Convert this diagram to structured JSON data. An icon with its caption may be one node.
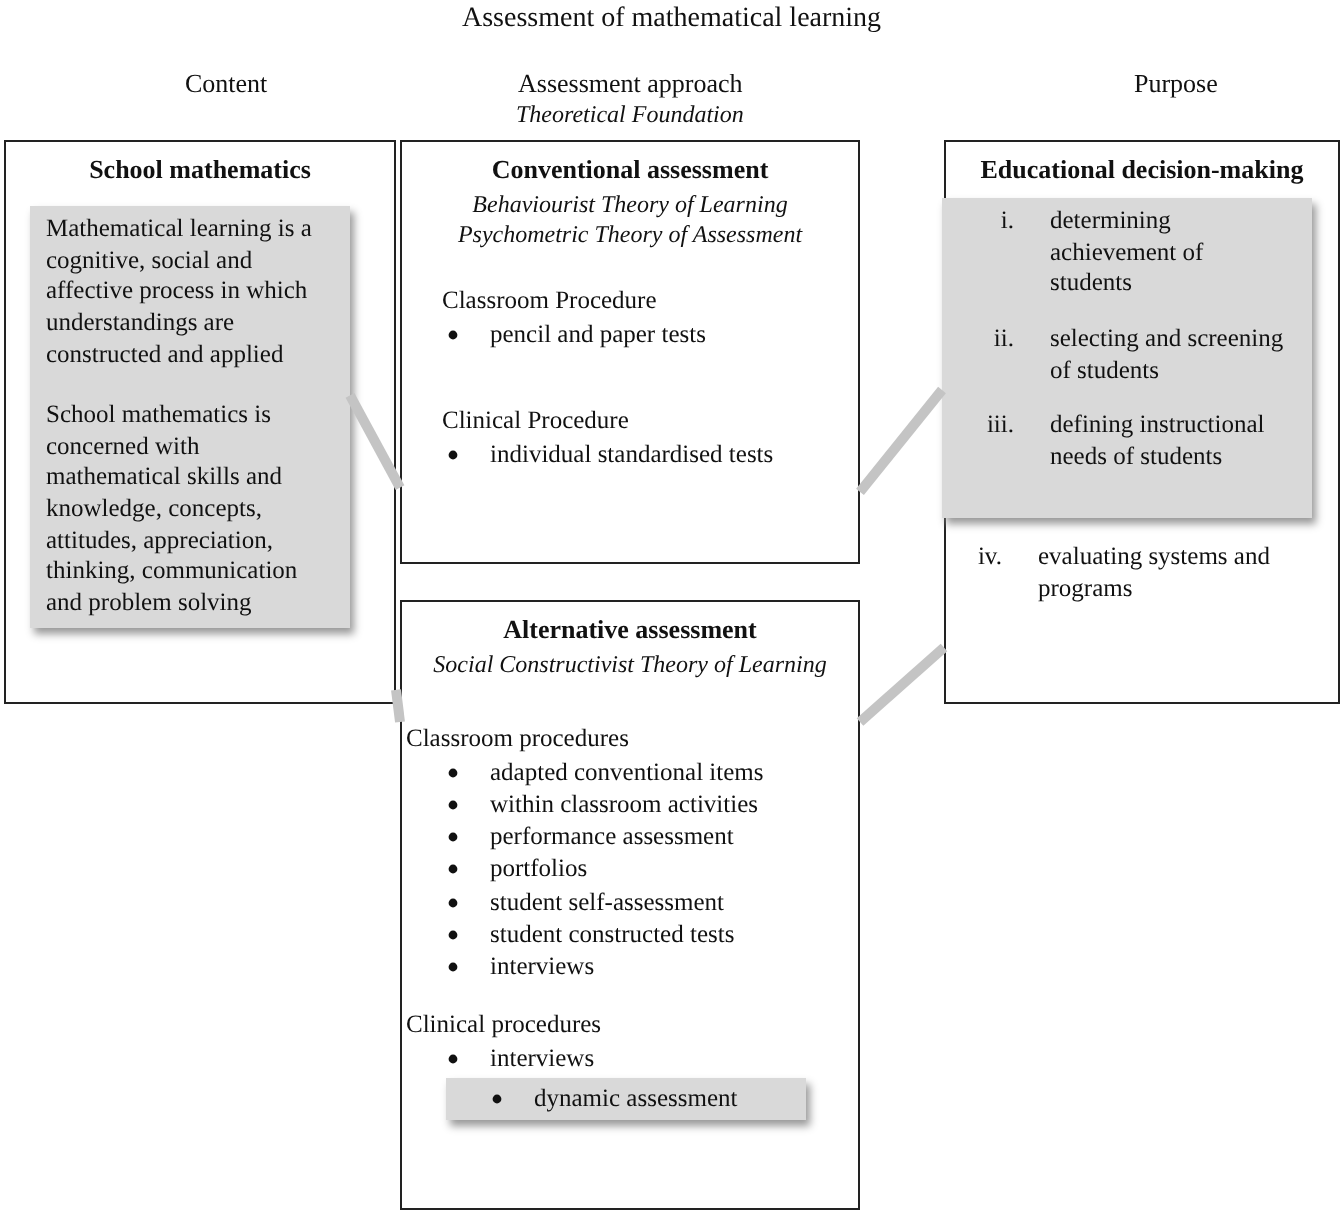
{
  "diagram": {
    "title": "Assessment of mathematical learning",
    "nodes": [
      {
        "text": [
          "School mathematics"
        ]
      },
      {
        "text": [
          "Mathematical learning is a cognitive, social and affective process in which understandings are constructed and applied",
          "School mathematics is concerned with mathematical skills and knowledge, concepts, attitudes, appreciation, thinking, communication and problem solving"
        ],
        "in": 0
      },
      {
        "text": [
          "Conventional assessment",
          "Behaviourist Theory of Learning",
          "Psychometric Theory of Assessment",
          "Classroom Procedure",
          "pencil and paper tests",
          "Clinical Procedure",
          "individual standardised tests"
        ]
      },
      {
        "text": [
          "Educational decision-making",
          "iv. evaluating systems and programs"
        ]
      },
      {
        "text": [
          "i. determining achievement of students",
          "ii. selecting and screening of students",
          "iii. defining instructional needs of students"
        ],
        "in": 3
      },
      {
        "text": [
          "Alternative assessment",
          "Social Constructivist Theory of Learning",
          "Classroom procedures",
          "adapted conventional items",
          "within classroom activities",
          "performance assessment",
          "portfolios",
          "student self-assessment",
          "student constructed tests",
          "interviews",
          "Clinical procedures",
          "interviews"
        ]
      },
      {
        "text": [
          "dynamic assessment"
        ],
        "in": 5
      }
    ],
    "edges": [
      {
        "from": 1,
        "to": 2,
        "arrow": "none"
      },
      {
        "from": 0,
        "to": 5,
        "arrow": "none"
      },
      {
        "from": 4,
        "to": 2,
        "arrow": "none"
      },
      {
        "from": 3,
        "to": 5,
        "arrow": "none"
      }
    ],
    "labels": [
      "Content",
      "Assessment approach",
      "Theoretical Foundation",
      "Purpose"
    ]
  }
}
